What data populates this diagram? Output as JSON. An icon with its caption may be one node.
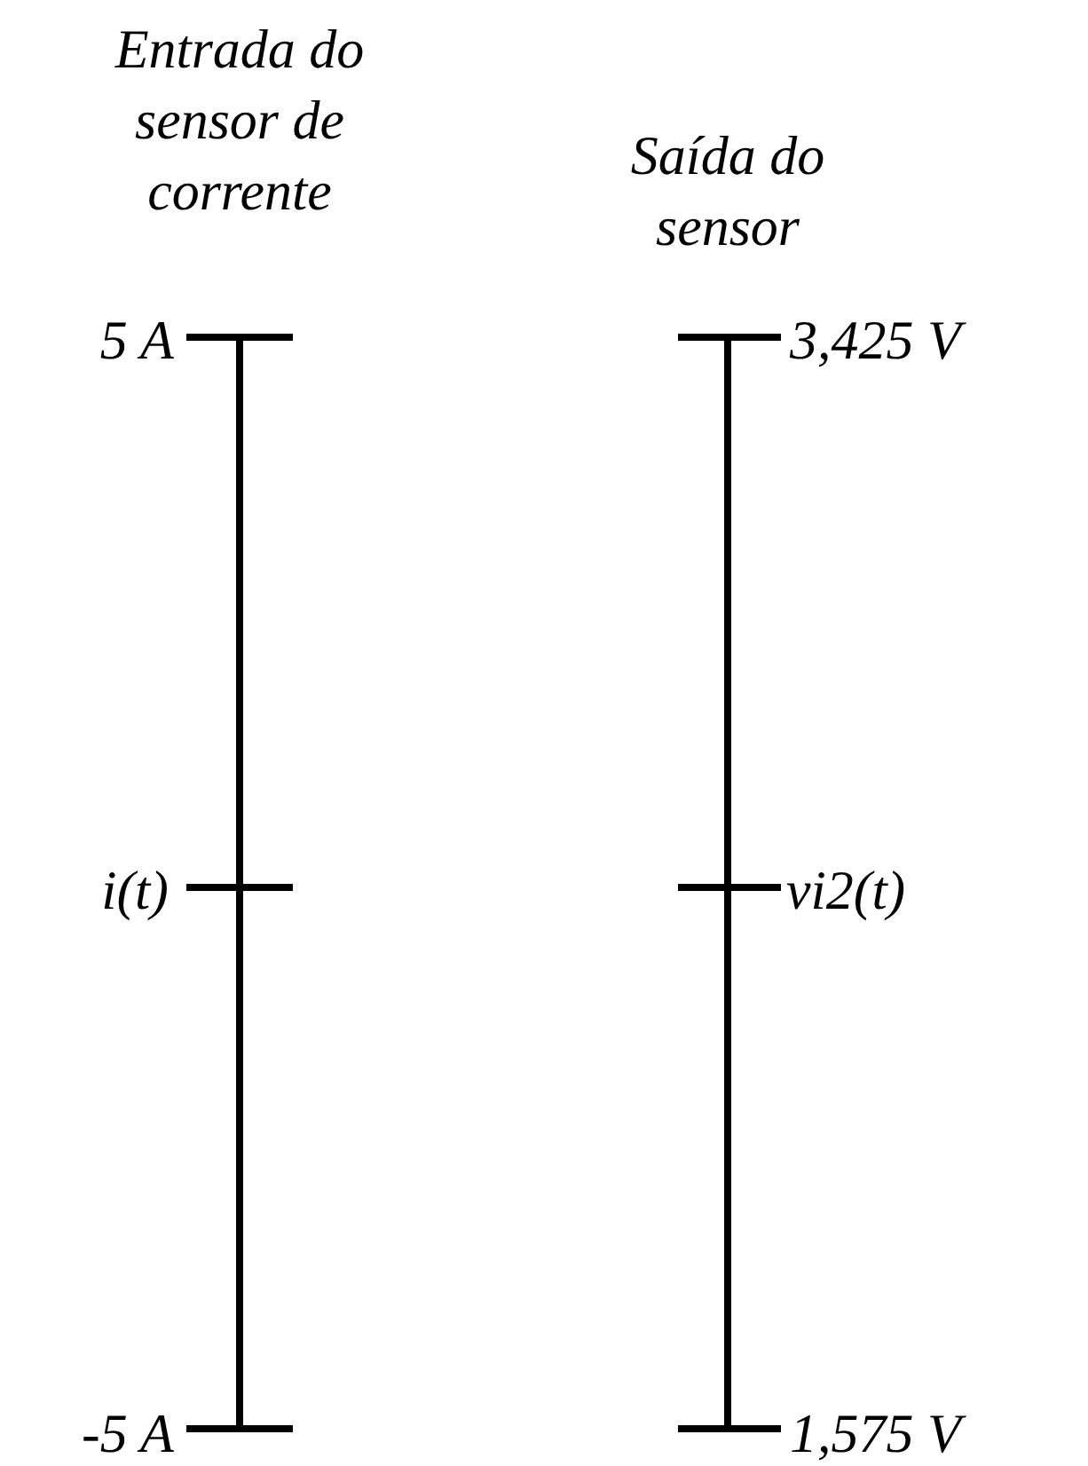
{
  "diagram": {
    "labels": [
      "Entrada do sensor de corrente",
      "Saída do sensor",
      "5 A",
      "3,425 V",
      "i(t)",
      "vi2(t)",
      "-5 A",
      "1,575 V"
    ]
  }
}
